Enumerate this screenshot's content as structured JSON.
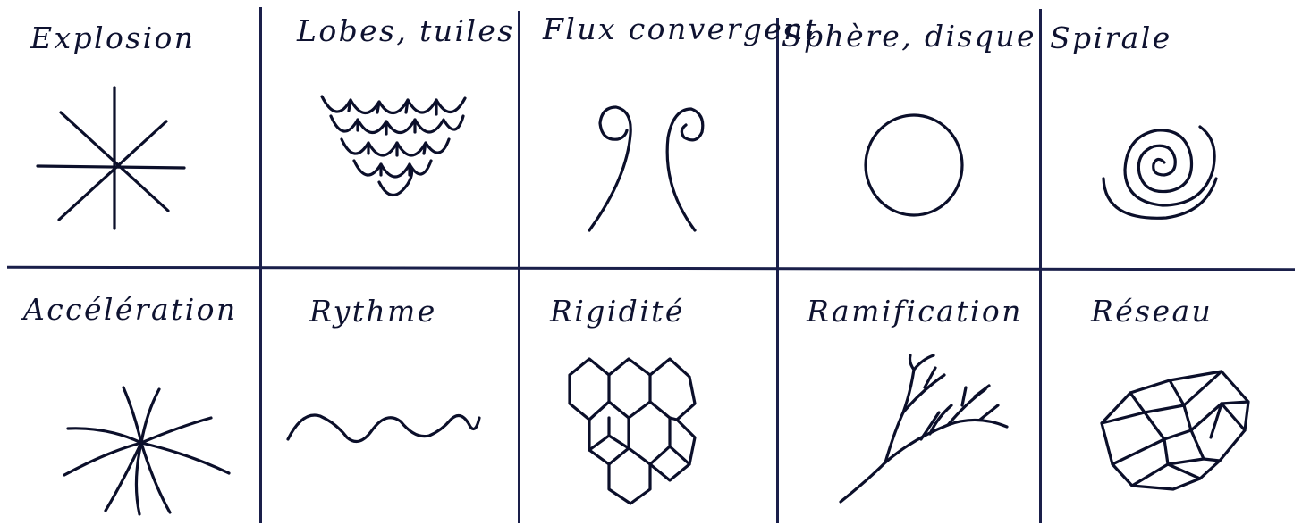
{
  "title": "",
  "cells": [
    {
      "label": "Explosion"
    },
    {
      "label": "Lobes, tuiles"
    },
    {
      "label": "Flux convergent"
    },
    {
      "label": "Sphère, disque"
    },
    {
      "label": "Spirale"
    },
    {
      "label": "Accélération"
    },
    {
      "label": "Rythme"
    },
    {
      "label": "Rigidité"
    },
    {
      "label": "Ramification"
    },
    {
      "label": "Réseau"
    }
  ],
  "icons": [
    "explosion-icon",
    "lobes-tiles-icon",
    "converging-flow-icon",
    "sphere-disc-icon",
    "spiral-icon",
    "acceleration-icon",
    "rhythm-wave-icon",
    "rigidity-honeycomb-icon",
    "ramification-branch-icon",
    "network-mesh-icon"
  ],
  "colors": {
    "ink": "#0b0f2a",
    "paper": "#ffffff",
    "rule": "#1a1f4a"
  }
}
